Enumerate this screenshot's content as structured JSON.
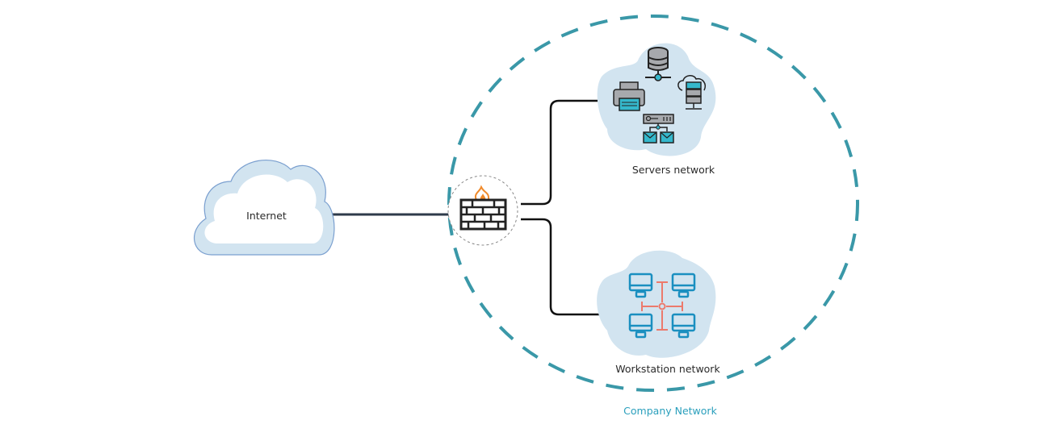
{
  "diagram": {
    "title": "Company network topology",
    "nodes": {
      "internet": {
        "label": "Internet",
        "type": "cloud"
      },
      "firewall": {
        "label": "",
        "type": "firewall",
        "icon": "firewall-icon"
      },
      "servers": {
        "label": "Servers network",
        "icons": [
          "database-server-icon",
          "printer-icon",
          "cloud-server-icon",
          "mail-server-icon"
        ]
      },
      "workstations": {
        "label": "Workstation network",
        "icons": [
          "computer-icon",
          "computer-icon",
          "computer-icon",
          "computer-icon",
          "network-hub-icon"
        ]
      }
    },
    "group": {
      "label": "Company Network",
      "border": "dashed"
    },
    "edges": [
      {
        "from": "internet",
        "to": "firewall"
      },
      {
        "from": "firewall",
        "to": "servers"
      },
      {
        "from": "firewall",
        "to": "workstations"
      }
    ],
    "colors": {
      "cloud_fill": "#d2e4f0",
      "cloud_inner": "#ffffff",
      "cloud_stroke": "#7a9fcf",
      "group_border": "#3a98a8",
      "group_label": "#2a9fbc",
      "connector": "#111111",
      "internet_link": "#2e3a4a",
      "blob_fill": "#d2e4f0",
      "icon_teal": "#35b8cc",
      "icon_blue": "#1a8fc0",
      "icon_red": "#ec7a6c",
      "flame": "#f08a2a"
    }
  }
}
